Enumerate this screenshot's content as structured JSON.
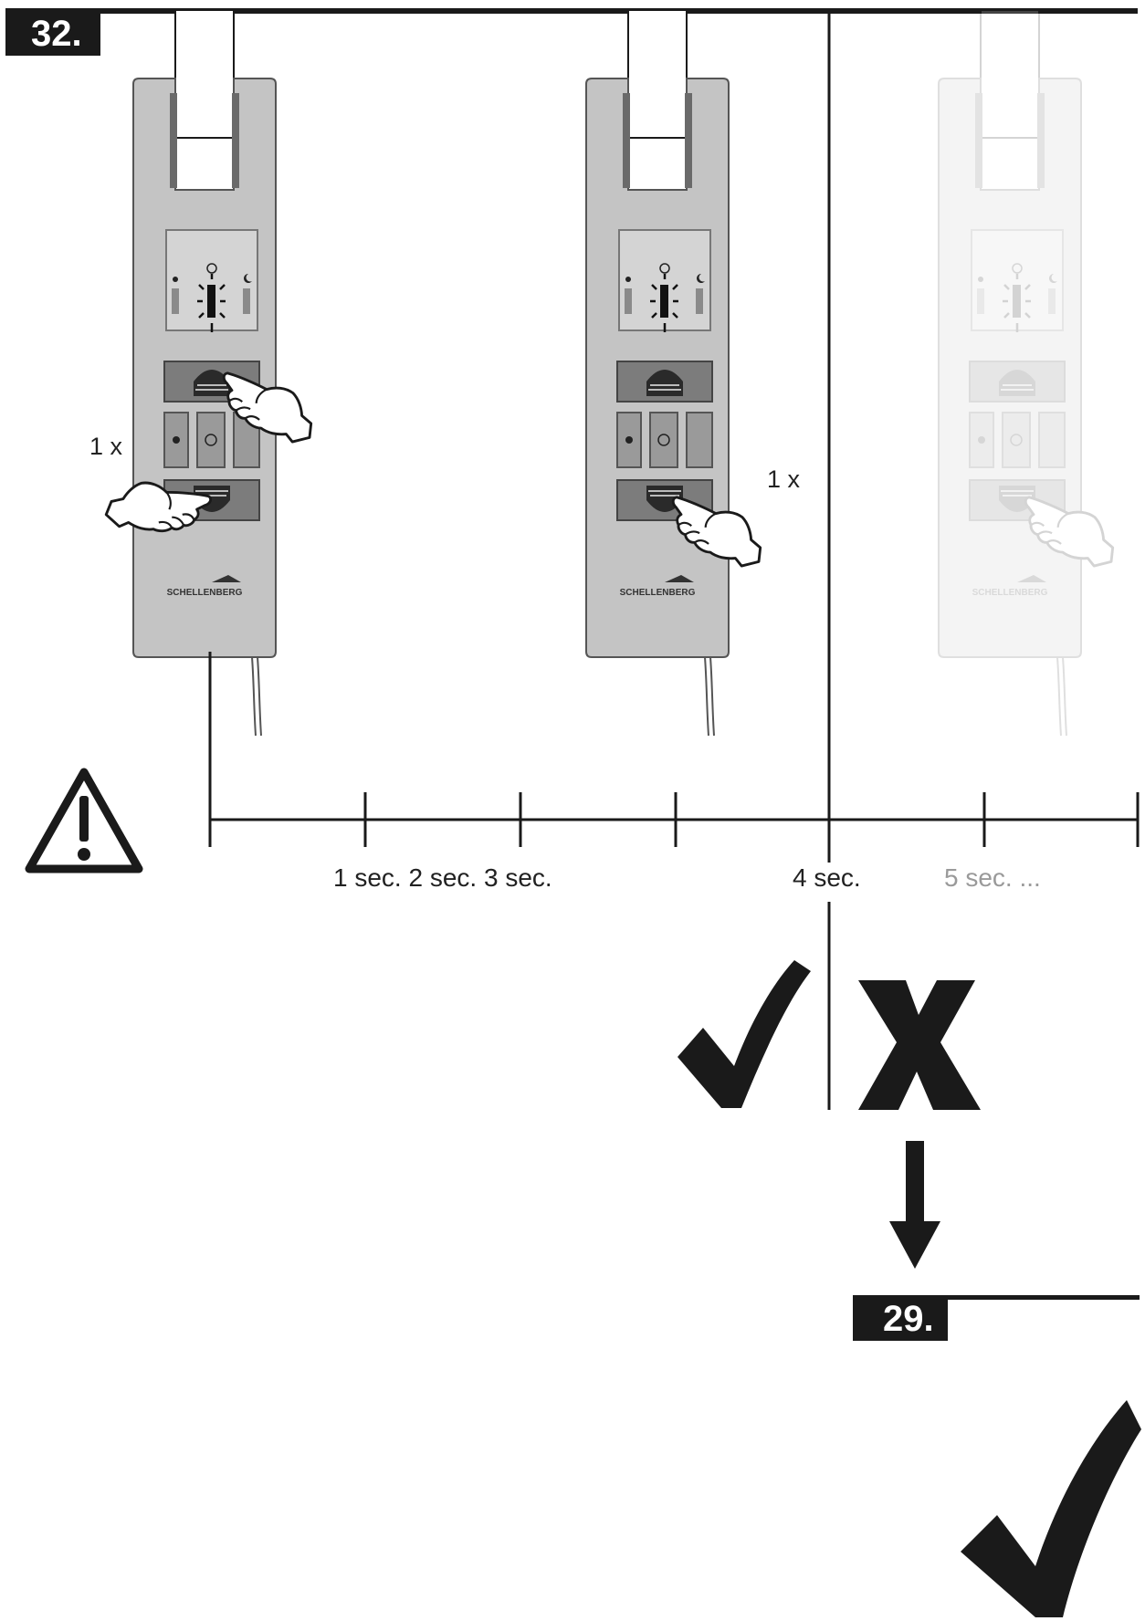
{
  "step": {
    "current": "32.",
    "next": "29."
  },
  "press_labels": {
    "first": "1 x",
    "second": "1 x"
  },
  "timeline": {
    "ticks_1_3": "1 sec. 2 sec. 3 sec.",
    "tick_4": "4 sec.",
    "tick_5": "5 sec. ..."
  },
  "device": {
    "brand": "SCHELLENBERG"
  },
  "colors": {
    "ink": "#1a1a1a",
    "device_body": "#c4c4c4",
    "device_faded": "#f0f0f0",
    "faded_text": "#9a9a9a"
  },
  "icons": [
    "warning-icon",
    "sun-icon",
    "clock-icon",
    "moon-icon",
    "hand-pointer-icon",
    "checkmark-icon",
    "cross-icon",
    "arrow-down-icon"
  ]
}
